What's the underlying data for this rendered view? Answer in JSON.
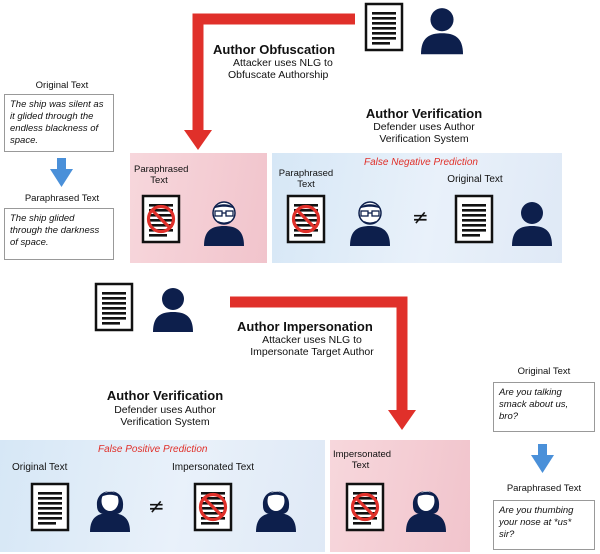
{
  "top": {
    "obfuscation_title": "Author Obfuscation",
    "obfuscation_sub1": "Attacker uses NLG to",
    "obfuscation_sub2": "Obfuscate Authorship",
    "verification_title": "Author Verification",
    "verification_sub1": "Defender uses Author",
    "verification_sub2": "Verification System",
    "example_original_label": "Original Text",
    "example_original_text": "The ship was silent as it glided through the endless blackness of space.",
    "example_paraphrased_label": "Paraphrased Text",
    "example_paraphrased_text": "The ship glided through the darkness of space.",
    "pink_doc_label": "Paraphrased Text",
    "blue_prediction": "False Negative Prediction",
    "blue_doc_label": "Paraphrased Text",
    "blue_original_label": "Original Text",
    "not_equal": "≠"
  },
  "bottom": {
    "impersonation_title": "Author Impersonation",
    "impersonation_sub1": "Attacker uses NLG to",
    "impersonation_sub2": "Impersonate Target Author",
    "verification_title": "Author Verification",
    "verification_sub1": "Defender uses Author",
    "verification_sub2": "Verification System",
    "blue_prediction": "False Positive Prediction",
    "blue_original_label": "Original Text",
    "blue_impersonated_label": "Impersonated Text",
    "not_equal": "≠",
    "pink_doc_label": "Impersonated Text",
    "example_original_label": "Original Text",
    "example_original_text": "Are you talking smack about us, bro?",
    "example_paraphrased_label": "Paraphrased Text",
    "example_paraphrased_text": "Are you thumbing your nose at *us* sir?"
  },
  "colors": {
    "red_arrow": "#e0302a",
    "blue_arrow": "#4a90d9",
    "person_dark": "#0d1f4c",
    "pink_panel": "#f3cbd2",
    "blue_panel": "#d9e8f6"
  }
}
